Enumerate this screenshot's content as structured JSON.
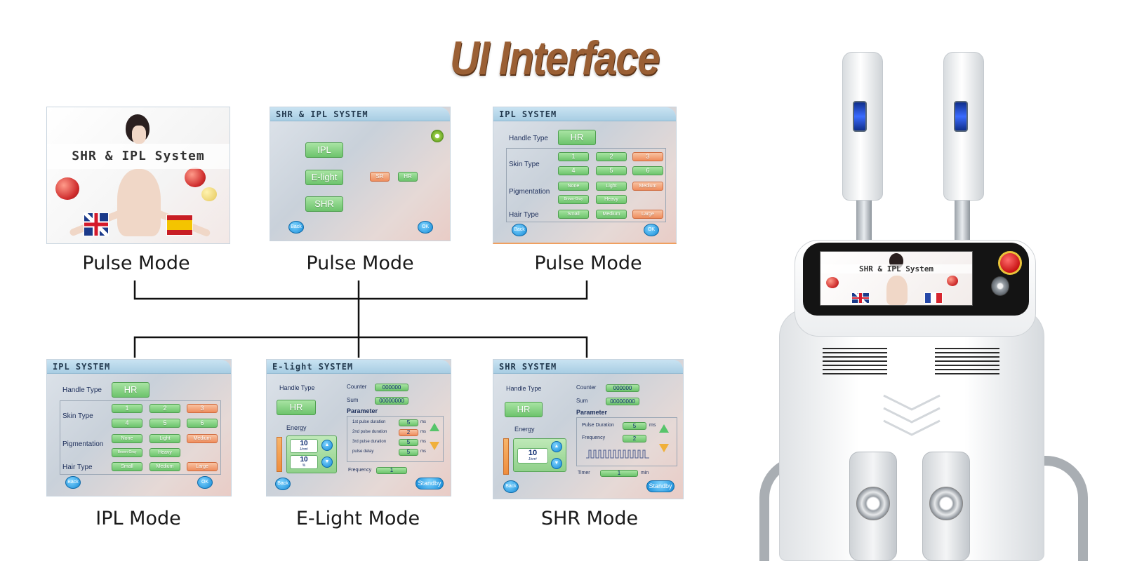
{
  "title": "UI Interface",
  "captions": [
    "Pulse Mode",
    "Pulse Mode",
    "Pulse Mode",
    "IPL Mode",
    "E-Light Mode",
    "SHR Mode"
  ],
  "screen1": {
    "banner": "SHR & IPL System"
  },
  "screen2": {
    "header": "SHR & IPL SYSTEM",
    "buttons": [
      "IPL",
      "E-light",
      "SHR"
    ],
    "small_buttons": [
      "SR",
      "HR"
    ],
    "back": "Back",
    "ok": "OK"
  },
  "ipl": {
    "header": "IPL SYSTEM",
    "handle_label": "Handle Type",
    "handle_value": "HR",
    "skin_label": "Skin Type",
    "skin_values": [
      "1",
      "2",
      "3",
      "4",
      "5",
      "6"
    ],
    "pig_label": "Pigmentation",
    "pig_values": [
      "None",
      "Light",
      "Medium",
      "Brown-Gray",
      "Heavy"
    ],
    "hair_label": "Hair Type",
    "hair_values": [
      "Small",
      "Medium",
      "Large"
    ],
    "back": "Back",
    "ok": "OK"
  },
  "elight": {
    "header": "E-light SYSTEM",
    "handle_label": "Handle Type",
    "handle_value": "HR",
    "counter_label": "Counter",
    "counter_value": "000000",
    "sum_label": "Sum",
    "sum_value": "00000000",
    "parameter_label": "Parameter",
    "energy_label": "Energy",
    "energy_values": [
      "10",
      "10"
    ],
    "energy_units": [
      "J/cm²",
      "%"
    ],
    "pulse_labels": [
      "1st pulse duration",
      "2nd pulse duration",
      "3rd pulse duration",
      "pulse delay"
    ],
    "pulse_values": [
      "5",
      "2",
      "5",
      "5"
    ],
    "unit": "ms",
    "frequency_label": "Frequency",
    "frequency_value": "1",
    "back": "Back",
    "standby": "Standby"
  },
  "shr": {
    "header": "SHR SYSTEM",
    "handle_label": "Handle Type",
    "handle_value": "HR",
    "counter_label": "Counter",
    "counter_value": "000000",
    "sum_label": "Sum",
    "sum_value": "00000000",
    "parameter_label": "Parameter",
    "energy_label": "Energy",
    "energy_value": "10",
    "energy_unit": "J/cm²",
    "pulse_duration_label": "Pulse Duration",
    "pulse_duration_value": "5",
    "unit": "ms",
    "frequency_label": "Frequency",
    "frequency_value": "2",
    "timer_label": "Timer",
    "timer_value": "1",
    "timer_unit": "min",
    "back": "Back",
    "standby": "Standby"
  },
  "device": {
    "screen_banner": "SHR & IPL System"
  },
  "colors": {
    "title": "#9a5f34",
    "green_button": "#6cc36c",
    "orange_button": "#ef8d5d",
    "header_blue": "#a8cde3"
  }
}
